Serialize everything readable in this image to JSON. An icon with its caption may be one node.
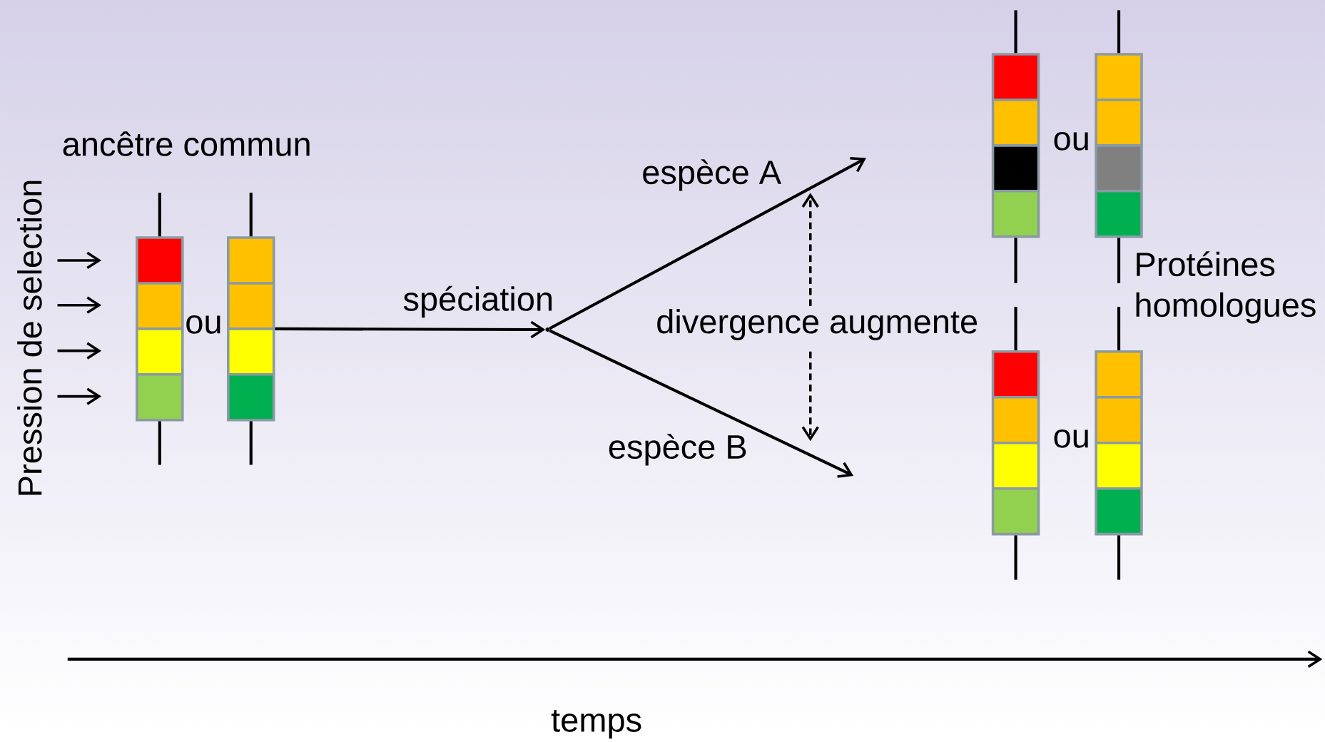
{
  "diagram": {
    "nodes": [
      {
        "text": [],
        "shape": "bar"
      },
      {
        "text": [],
        "shape": "bar"
      },
      {
        "text": [],
        "shape": "point"
      },
      {
        "text": [],
        "shape": "bar"
      },
      {
        "text": [],
        "shape": "bar"
      },
      {
        "text": [],
        "shape": "bar"
      },
      {
        "text": [],
        "shape": "bar"
      }
    ],
    "edges": [
      {
        "from": 1,
        "to": 2,
        "arrow": "to",
        "label": "spéciation"
      },
      {
        "from": 2,
        "to": null,
        "arrow": "to",
        "label": "espèce A"
      },
      {
        "from": 2,
        "to": null,
        "arrow": "to",
        "label": "espèce B"
      }
    ],
    "labels": [
      "ancêtre commun",
      "ou",
      "ou",
      "Protéines homologues",
      "divergence augmente",
      "Pression de selection",
      "ou",
      "temps"
    ]
  }
}
